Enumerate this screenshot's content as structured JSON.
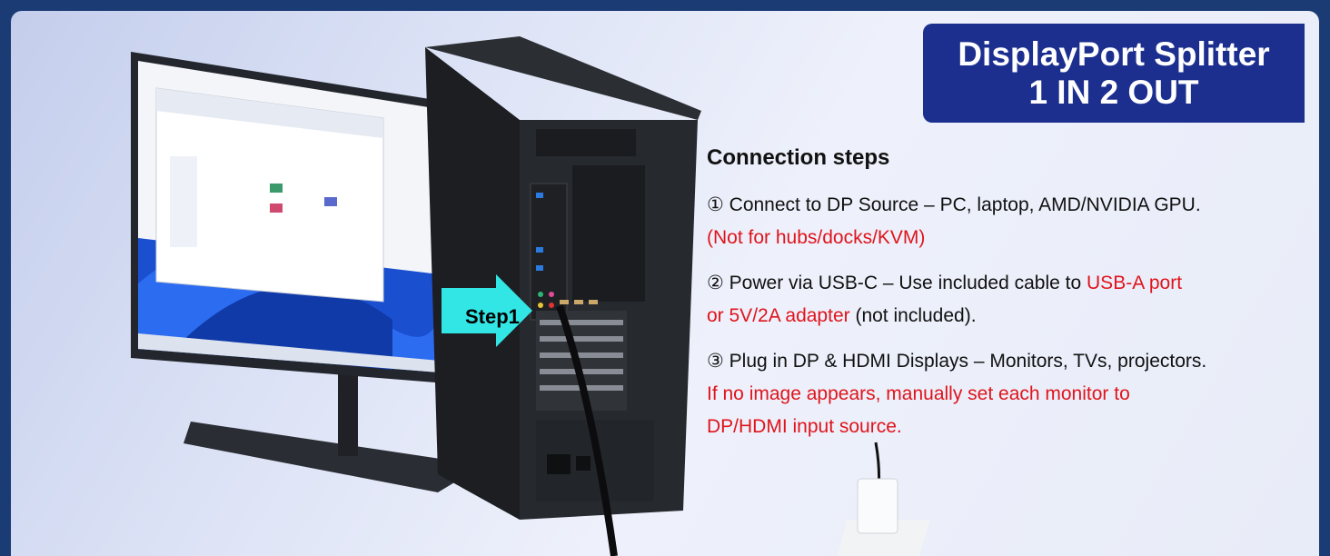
{
  "title": {
    "line1": "DisplayPort Splitter",
    "line2": "1 IN 2 OUT"
  },
  "connection": {
    "heading": "Connection steps",
    "step1": {
      "text": "① Connect to DP Source – PC, laptop, AMD/NVIDIA GPU.",
      "note": "(Not for hubs/docks/KVM)"
    },
    "step2": {
      "text_before": "② Power via USB-C – Use included cable to ",
      "highlight1": "USB-A port",
      "highlight2": "or 5V/2A adapter",
      "text_after": " (not included)."
    },
    "step3": {
      "text": "③ Plug in DP & HDMI Displays – Monitors, TVs, projectors.",
      "note_line1": "If no image appears, manually set each monitor to",
      "note_line2": "DP/HDMI input source."
    }
  },
  "callout": {
    "label": "Step1"
  },
  "colors": {
    "title_bg": "#1c2f8f",
    "accent_red": "#e0141b",
    "arrow": "#33e6e6"
  }
}
